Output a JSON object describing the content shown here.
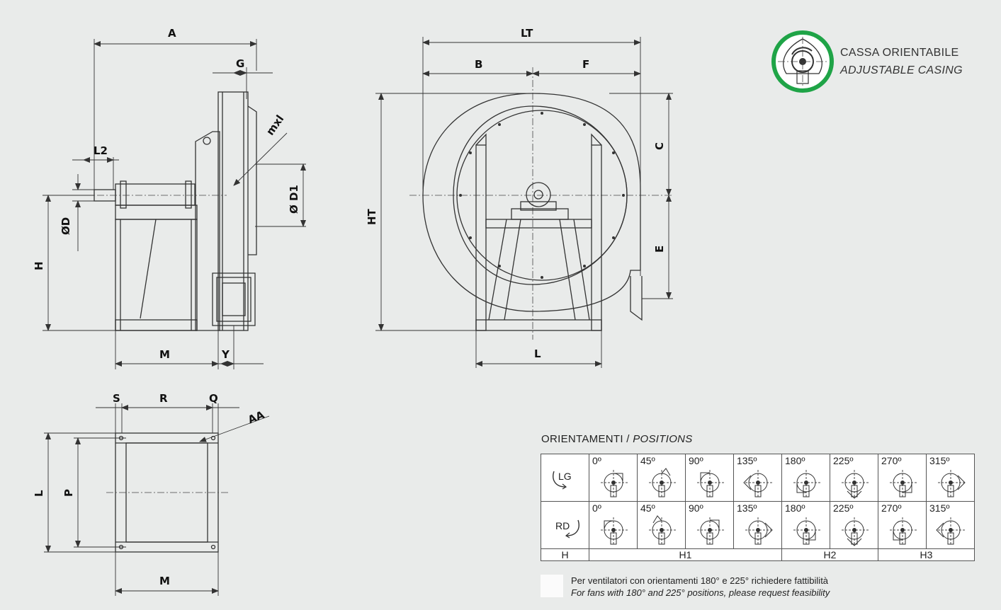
{
  "front_view_labels": {
    "A": "A",
    "G": "G",
    "mxl": "mxl",
    "L2": "L2",
    "D1": "Ø D1",
    "D": "ØD",
    "H": "H",
    "M": "M",
    "Y": "Y"
  },
  "side_view_labels": {
    "LT": "LT",
    "B": "B",
    "F": "F",
    "C": "C",
    "E": "E",
    "HT": "HT",
    "L": "L"
  },
  "flange_labels": {
    "S": "S",
    "R": "R",
    "Q": "Q",
    "AA": "AA",
    "L": "L",
    "P": "P",
    "M": "M"
  },
  "badge": {
    "line1": "CASSA ORIENTABILE",
    "line2": "ADJUSTABLE CASING",
    "ring_color": "#1fa447"
  },
  "positions": {
    "title_it": "ORIENTAMENTI / ",
    "title_en": "POSITIONS",
    "row_lg": "LG",
    "row_rd": "RD",
    "angles": [
      "0º",
      "45º",
      "90º",
      "135º",
      "180º",
      "225º",
      "270º",
      "315º"
    ],
    "h_header": "H",
    "h_groups": [
      "H1",
      "H2",
      "H3"
    ]
  },
  "note": {
    "it": "Per ventilatori con orientamenti 180° e 225° richiedere fattibilità",
    "en": "For fans with 180° and 225° positions, please request feasibility"
  }
}
